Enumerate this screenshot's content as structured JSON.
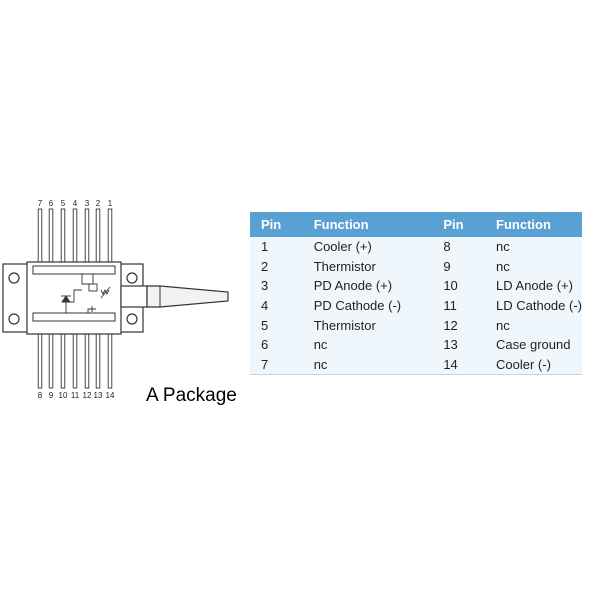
{
  "diagram": {
    "top_pin_labels": [
      "7",
      "6",
      "5",
      "4",
      "3",
      "2",
      "1"
    ],
    "bottom_pin_labels": [
      "8",
      "9",
      "10",
      "11",
      "12",
      "13",
      "14"
    ],
    "caption": "A Package",
    "colors": {
      "outline": "#333333",
      "body_fill": "#ffffff",
      "fiber_fill": "#f2f2f2"
    }
  },
  "pin_table": {
    "headers": [
      "Pin",
      "Function",
      "Pin",
      "Function"
    ],
    "rows": [
      [
        "1",
        "Cooler (+)",
        "8",
        "nc"
      ],
      [
        "2",
        "Thermistor",
        "9",
        "nc"
      ],
      [
        "3",
        "PD Anode (+)",
        "10",
        "LD Anode (+)"
      ],
      [
        "4",
        "PD Cathode (-)",
        "11",
        "LD Cathode (-)"
      ],
      [
        "5",
        "Thermistor",
        "12",
        "nc"
      ],
      [
        "6",
        "nc",
        "13",
        "Case ground"
      ],
      [
        "7",
        "nc",
        "14",
        "Cooler (-)"
      ]
    ],
    "colors": {
      "header_bg": "#5aa1d3",
      "header_text": "#ffffff",
      "row_bg": "#f0f7fc"
    }
  }
}
